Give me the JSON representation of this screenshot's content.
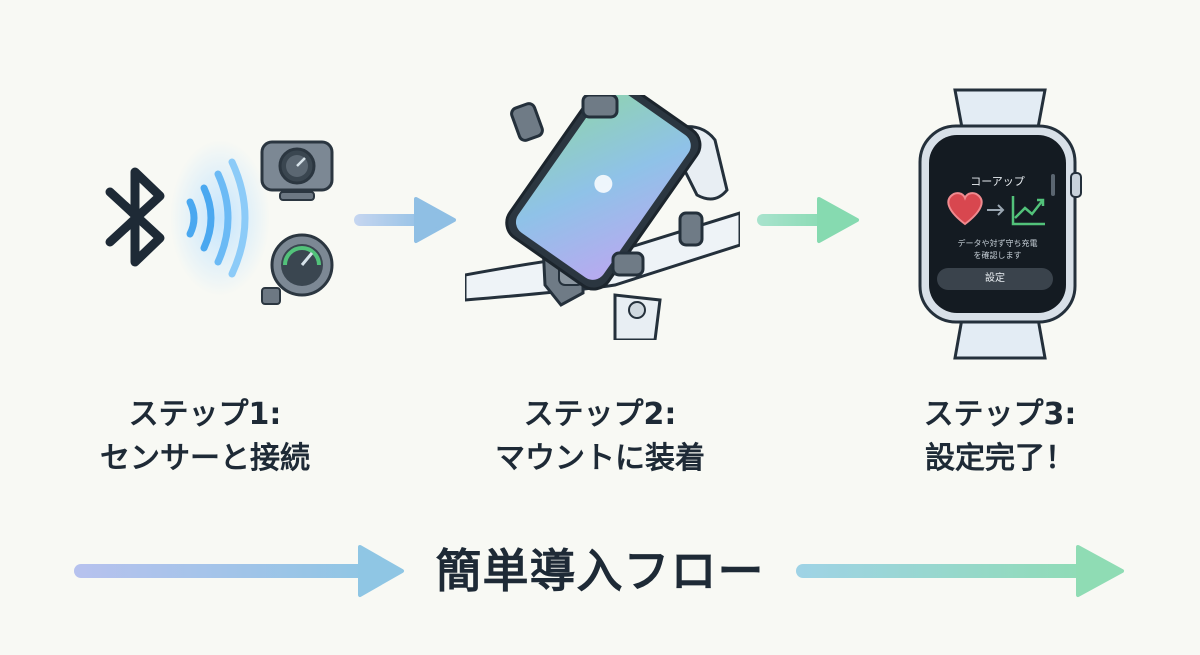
{
  "steps": [
    {
      "line1": "ステップ1:",
      "line2": "センサーと接続"
    },
    {
      "line1": "ステップ2:",
      "line2": "マウントに装着"
    },
    {
      "line1": "ステップ3:",
      "line2": "設定完了！"
    }
  ],
  "flow_title": "簡単導入フロー",
  "watch": {
    "app_title": "コーアップ",
    "message_line1": "データや対ず守ち充電",
    "message_line2": "を確認します",
    "button_label": "設定"
  },
  "colors": {
    "arrow_blue": "#9bc3e4",
    "arrow_green": "#8fdcb4",
    "bluetooth": "#1e2a36",
    "signal": "#4aa8f0",
    "gauge_accent": "#52c27a"
  }
}
